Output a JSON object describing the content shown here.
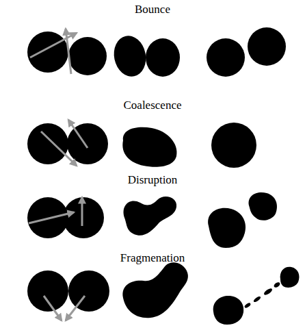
{
  "diagram": {
    "labels": [
      "Bounce",
      "Coalescence",
      "Disruption",
      "Fragmenation"
    ]
  }
}
